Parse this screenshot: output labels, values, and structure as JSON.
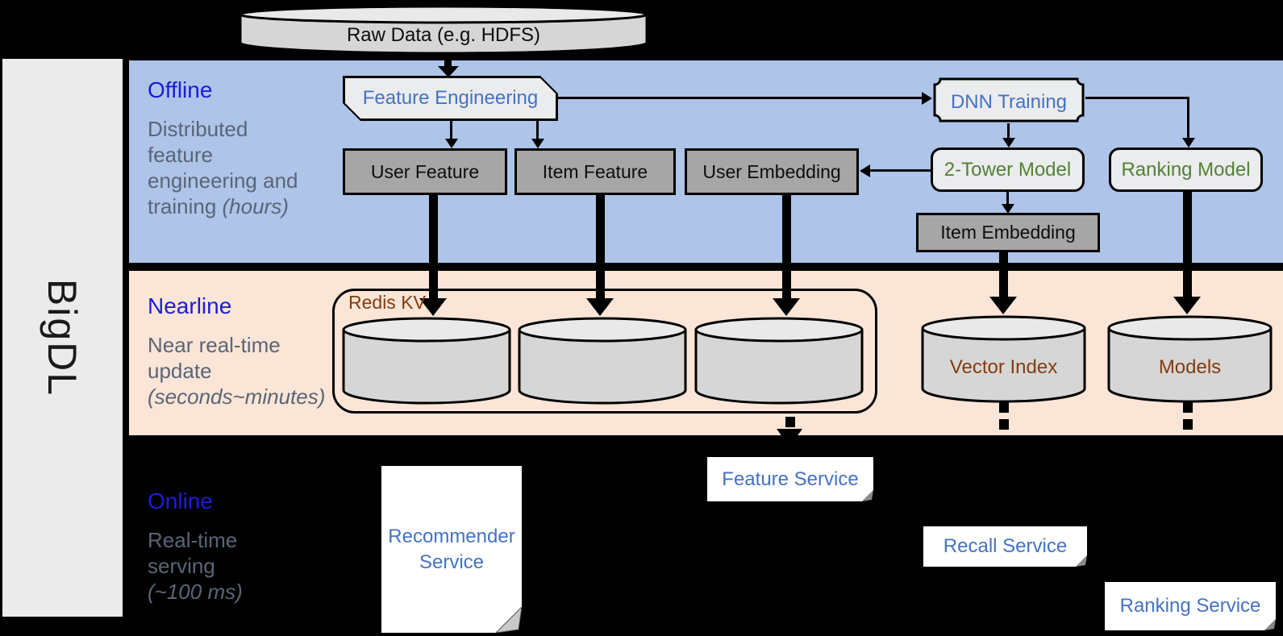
{
  "brand": {
    "name": "BigDL"
  },
  "sections": {
    "offline": {
      "title": "Offline",
      "line1": "Distributed",
      "line2": "feature",
      "line3": "engineering and",
      "line4_normal": "training ",
      "line4_italic": "(hours)"
    },
    "nearline": {
      "title": "Nearline",
      "line1": "Near real-time",
      "line2": "update",
      "line3_italic": "(seconds~minutes)"
    },
    "online": {
      "title": "Online",
      "line1": "Real-time",
      "line2": "serving",
      "line3_italic": "(~100 ms)"
    }
  },
  "nodes": {
    "raw_data": {
      "label": "Raw Data (e.g. HDFS)"
    },
    "feature_engineering": {
      "label": "Feature Engineering"
    },
    "dnn_training": {
      "label": "DNN Training"
    },
    "user_feature": {
      "label": "User Feature"
    },
    "item_feature": {
      "label": "Item Feature"
    },
    "user_embedding": {
      "label": "User Embedding"
    },
    "two_tower_model": {
      "label": "2-Tower Model"
    },
    "ranking_model": {
      "label": "Ranking Model"
    },
    "item_embedding": {
      "label": "Item Embedding"
    },
    "redis_kv": {
      "label": "Redis KV"
    },
    "vector_index": {
      "label": "Vector Index"
    },
    "models": {
      "label": "Models"
    },
    "recommender_service": {
      "label": "Recommender Service"
    },
    "feature_service": {
      "label": "Feature Service"
    },
    "recall_service": {
      "label": "Recall Service"
    },
    "ranking_service": {
      "label": "Ranking Service"
    }
  },
  "colors": {
    "background": "#000000",
    "offline_band": "#aec4e8",
    "nearline_band": "#fbe5d6",
    "brand_bar": "#ebebeb",
    "section_title_blue": "#1c1cd6",
    "description_gray": "#5a6577",
    "node_blue_text": "#4472c4",
    "node_green_text": "#538135",
    "database_brown_text": "#843c0c",
    "gray_box_fill": "#a6a6a6",
    "light_box_fill": "#ebeced",
    "cylinder_fill": "#d6d6d6"
  }
}
